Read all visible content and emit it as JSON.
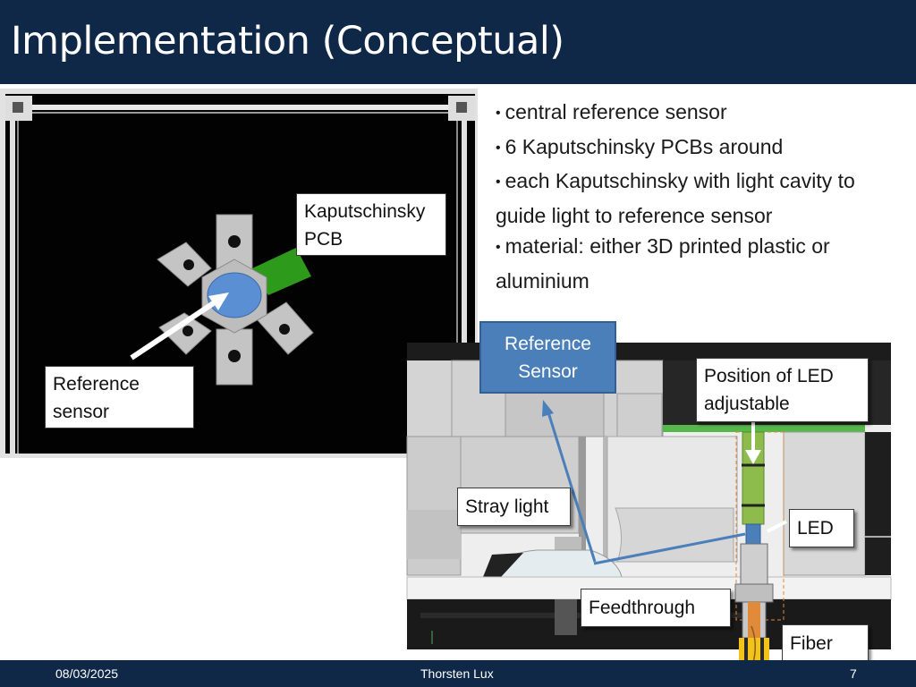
{
  "slide": {
    "title": "Implementation (Conceptual)"
  },
  "bullets": [
    "central reference sensor",
    "6 Kaputschinsky PCBs around",
    "each Kaputschinsky with light cavity to guide light to reference sensor",
    "material: either 3D printed plastic or aluminium"
  ],
  "labels": {
    "kaputschinsky": "Kaputschinsky PCB",
    "reference_left": "Reference sensor",
    "reference_box": "Reference Sensor",
    "led_position": "Position of LED adjustable",
    "stray_light": "Stray light",
    "led": "LED",
    "feedthrough": "Feedthrough",
    "fiber": "Fiber"
  },
  "footer": {
    "date": "08/03/2025",
    "author": "Thorsten Lux",
    "page": "7"
  },
  "colors": {
    "title_bar": "#0f2847",
    "pcb_green": "#2e9a1c",
    "sensor_blue": "#4a7fba",
    "arrow_blue": "#4a7fba"
  }
}
